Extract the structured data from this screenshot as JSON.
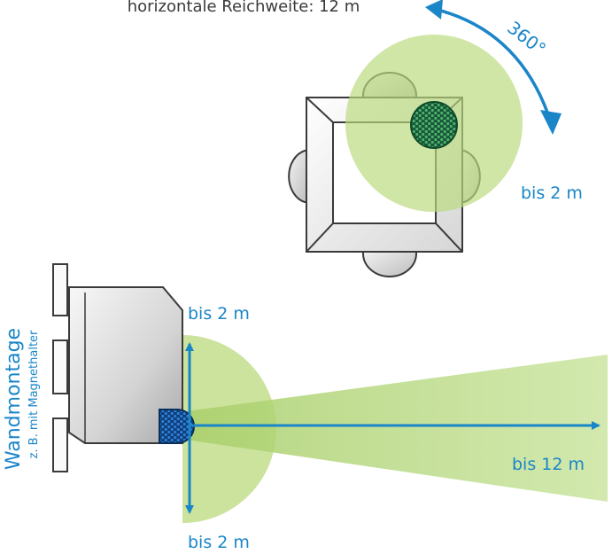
{
  "top_view": {
    "caption": "horizontale Reichweite: 12 m",
    "rotation_label": "360°",
    "radius_label": "bis 2 m"
  },
  "wall_view": {
    "title": "Wandmontage",
    "subtitle": "z. B. mit Magnethalter",
    "up_label": "bis 2 m",
    "down_label": "bis 2 m",
    "range_label": "bis 12 m"
  },
  "colors": {
    "accent_blue": "#1a86c8",
    "zone_green": "#b9da7c",
    "sensor_blue": "#1f5fa3",
    "sensor_green": "#2a8a4c"
  }
}
